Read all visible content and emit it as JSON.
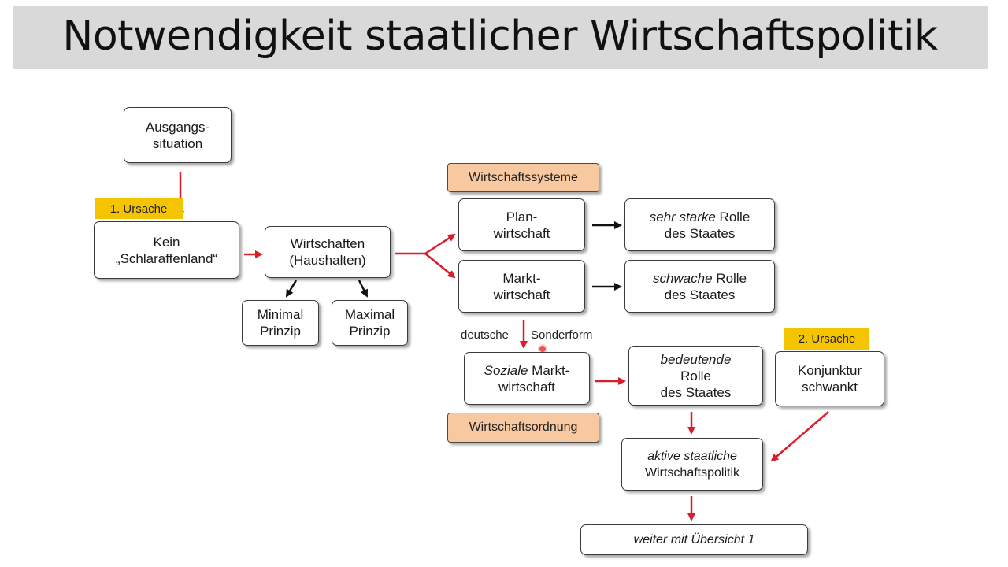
{
  "title": "Notwendigkeit staatlicher Wirtschaftspolitik",
  "colors": {
    "arrow_red": "#d81e2a",
    "arrow_black": "#111111",
    "tag_yellow": "#f5c400",
    "tag_orange": "#f8c9a0",
    "title_bg": "#d9d9d9"
  },
  "tags": {
    "ursache1": "1. Ursache",
    "ursache2": "2. Ursache",
    "wirtschaftssysteme": "Wirtschaftssysteme",
    "wirtschaftsordnung": "Wirtschaftsordnung"
  },
  "labels": {
    "deutsche": "deutsche",
    "sonderform": "Sonderform"
  },
  "boxes": {
    "ausgangssituation": [
      "Ausgangs-",
      "situation"
    ],
    "kein": [
      "Kein",
      "„Schlaraffenland“"
    ],
    "wirtschaften": [
      "Wirtschaften",
      "(Haushalten)"
    ],
    "minimal": [
      "Minimal",
      "Prinzip"
    ],
    "maximal": [
      "Maximal",
      "Prinzip"
    ],
    "planwirtschaft": [
      "Plan-",
      "wirtschaft"
    ],
    "marktwirtschaft": [
      "Markt-",
      "wirtschaft"
    ],
    "sehr_starke": {
      "italic": "sehr starke",
      "rest": " Rolle",
      "line2": "des Staates"
    },
    "schwache": {
      "italic": "schwache",
      "rest": " Rolle",
      "line2": "des Staates"
    },
    "soziale": {
      "italic": "Soziale",
      "rest": " Markt-",
      "line2": "wirtschaft"
    },
    "bedeutende": {
      "italic": "bedeutende",
      "line2": "Rolle",
      "line3": "des Staates"
    },
    "konjunktur": [
      "Konjunktur",
      "schwankt"
    ],
    "aktive": {
      "italic": "aktive staatliche",
      "line2": "Wirtschaftspolitik"
    },
    "weiter": "weiter mit Übersicht 1"
  }
}
